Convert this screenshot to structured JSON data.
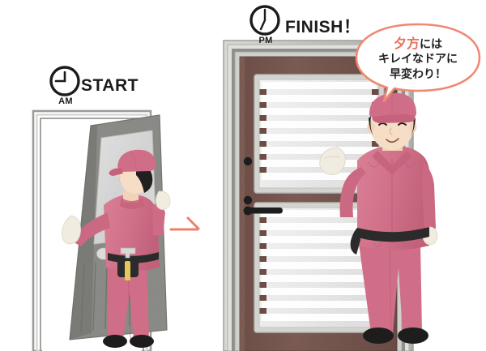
{
  "scene": {
    "title_left": "START",
    "title_right": "FINISH！",
    "am": "AM",
    "pm": "PM",
    "arrow": "right-arrow"
  },
  "clocks": {
    "start": {
      "period": "AM",
      "reading": "8:00",
      "hour_angle": -90,
      "minute_angle": 0
    },
    "finish": {
      "period": "PM",
      "reading": "5:00",
      "hour_angle": 150,
      "minute_angle": 0
    }
  },
  "speech_bubble": {
    "line1_accent": "夕方",
    "line1_rest": "には",
    "line2": "キレイなドアに",
    "line3": "早変わり！",
    "border_color": "#ef8873",
    "accent_color": "#e8705c",
    "text_color": "#222222",
    "fill": "#ffffff"
  },
  "colors": {
    "uniform_pink": "#d4708a",
    "uniform_pink_light": "#dd8098",
    "uniform_pink_dark": "#b9566f",
    "cap_pink": "#d4708a",
    "skin": "#f6ddc6",
    "hair": "#20201f",
    "belt_black": "#2b2b2b",
    "shoe_black": "#1d1d1d",
    "old_door_gray": "#8a8a86",
    "old_door_gray_dark": "#6f6f6b",
    "old_glass": "#dcdcdc",
    "frame_gray": "#b4b4b2",
    "frame_gray_dark": "#7d7d7b",
    "new_door_brown": "#7a5a52",
    "new_door_brown_dark": "#5e4640",
    "new_frame_silver": "#c9c9c5",
    "new_glass": "#f1f1f1",
    "glass_slat": "#ffffff",
    "arrow_salmon": "#ee7f6b",
    "label_black": "#1b1b1b",
    "background": "#ffffff"
  },
  "left_scene": {
    "name": "old-door-removal",
    "door_frame": "empty-door-frame",
    "carried_door": "old-gray-door",
    "worker": "worker-carrying-door",
    "worker_tools": [
      "hammer",
      "tool-belt"
    ]
  },
  "right_scene": {
    "name": "new-door-installed",
    "door": "new-brown-door",
    "door_glass": "louvered-glass-panel",
    "door_handle": "black-lever-handle",
    "door_lock": "black-round-lock",
    "worker": "worker-standing-presenting",
    "worker_gesture": "hand-on-door"
  }
}
